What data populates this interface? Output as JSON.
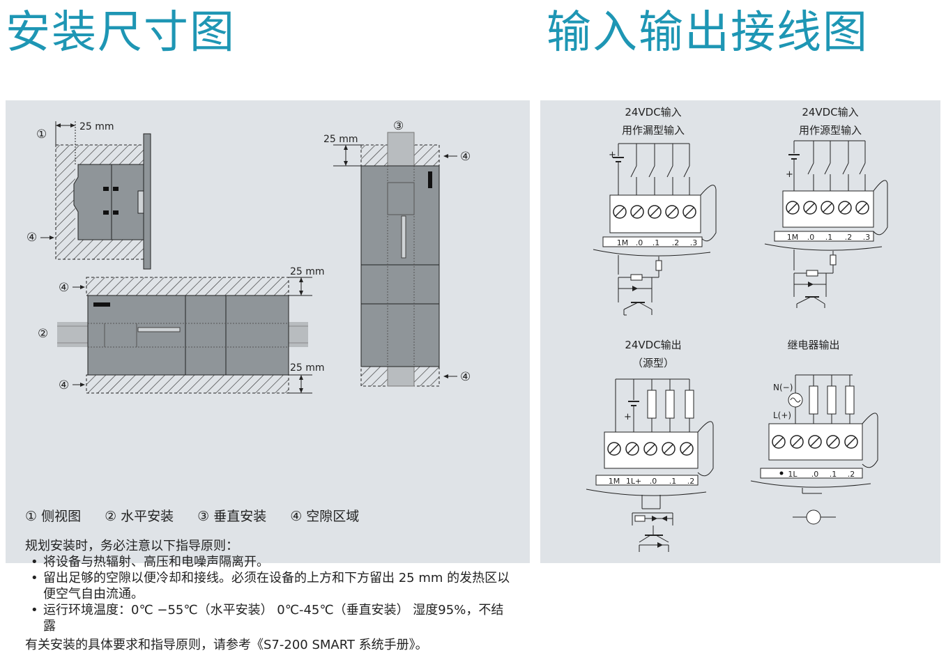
{
  "titles": {
    "left": "安装尺寸图",
    "right": "输入输出接线图"
  },
  "mounting": {
    "circled": {
      "one": "①",
      "two": "②",
      "three": "③",
      "four": "④"
    },
    "dim_25mm": "25 mm",
    "legend": [
      "① 侧视图",
      "② 水平安装",
      "③ 垂直安装",
      "④ 空隙区域"
    ],
    "guide_heading": "规划安装时，务必注意以下指导原则：",
    "guide_items": [
      "将设备与热辐射、高压和电噪声隔离开。",
      "留出足够的空隙以便冷却和接线。必须在设备的上方和下方留出 25 mm 的发热区以便空气自由流通。",
      "运行环境温度：0℃ −55℃（水平安装） 0℃-45℃（垂直安装） 湿度95%，不结露"
    ],
    "footer": "有关安装的具体要求和指导原则，请参考《S7-200 SMART 系统手册》。"
  },
  "wiring": {
    "sink_input": {
      "line1": "24VDC输入",
      "line2": "用作漏型输入",
      "terminals": [
        "1M",
        ".0",
        ".1",
        ".2",
        ".3"
      ]
    },
    "source_input": {
      "line1": "24VDC输入",
      "line2": "用作源型输入",
      "terminals": [
        "1M",
        ".0",
        ".1",
        ".2",
        ".3"
      ]
    },
    "dc_output": {
      "line1": "24VDC输出",
      "line2": "（源型）",
      "terminals": [
        "1M",
        "1L+",
        ".0",
        ".1",
        ".2"
      ]
    },
    "relay_output": {
      "line1": "继电器输出",
      "terminals": [
        "1L",
        ".0",
        ".1",
        ".2"
      ],
      "n_label": "N(−)",
      "l_label": "L(+)"
    },
    "plus": "+"
  }
}
